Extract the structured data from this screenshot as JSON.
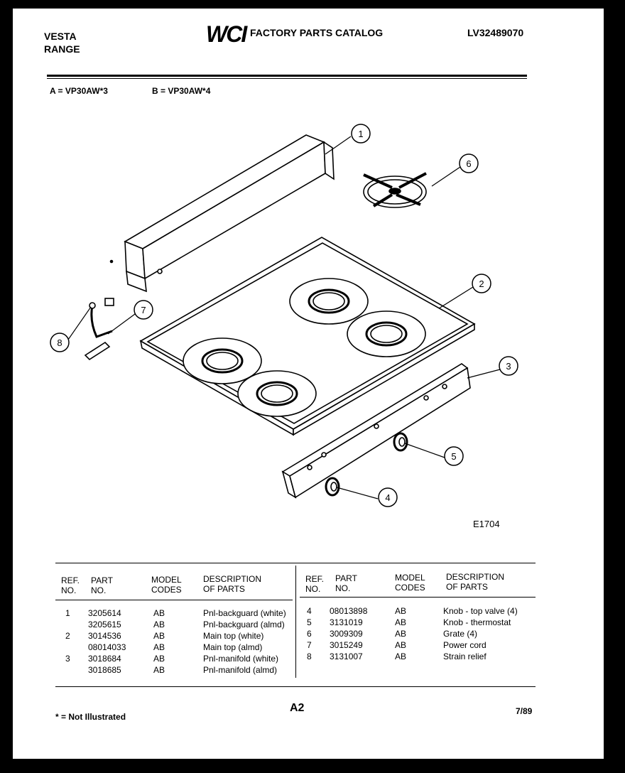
{
  "header": {
    "brand": "VESTA",
    "product": "RANGE",
    "logo": "WCI",
    "catalog_title": "FACTORY PARTS CATALOG",
    "doc_number": "LV32489070"
  },
  "models": {
    "a": "A = VP30AW*3",
    "b": "B = VP30AW*4"
  },
  "diagram": {
    "callouts": [
      "1",
      "2",
      "3",
      "4",
      "5",
      "6",
      "7",
      "8"
    ],
    "figure_id": "E1704"
  },
  "table": {
    "headers": {
      "ref_1": "REF.",
      "ref_2": "NO.",
      "part_1": "PART",
      "part_2": "NO.",
      "model_1": "MODEL",
      "model_2": "CODES",
      "desc_1": "DESCRIPTION",
      "desc_2": "OF PARTS"
    },
    "left_rows": [
      {
        "ref": "1",
        "part": "3205614",
        "code": "AB",
        "desc": "Pnl-backguard (white)"
      },
      {
        "ref": "",
        "part": "3205615",
        "code": "AB",
        "desc": "Pnl-backguard (almd)"
      },
      {
        "ref": "2",
        "part": "3014536",
        "code": "AB",
        "desc": "Main top (white)"
      },
      {
        "ref": "",
        "part": "08014033",
        "code": "AB",
        "desc": "Main top (almd)"
      },
      {
        "ref": "3",
        "part": "3018684",
        "code": "AB",
        "desc": "Pnl-manifold (white)"
      },
      {
        "ref": "",
        "part": "3018685",
        "code": "AB",
        "desc": "Pnl-manifold (almd)"
      }
    ],
    "right_rows": [
      {
        "ref": "4",
        "part": "08013898",
        "code": "AB",
        "desc": "Knob - top valve (4)"
      },
      {
        "ref": "5",
        "part": "3131019",
        "code": "AB",
        "desc": "Knob - thermostat"
      },
      {
        "ref": "6",
        "part": "3009309",
        "code": "AB",
        "desc": "Grate (4)"
      },
      {
        "ref": "7",
        "part": "3015249",
        "code": "AB",
        "desc": "Power cord"
      },
      {
        "ref": "8",
        "part": "3131007",
        "code": "AB",
        "desc": "Strain relief"
      }
    ]
  },
  "footer": {
    "note": "* = Not Illustrated",
    "page": "A2",
    "date": "7/89"
  }
}
